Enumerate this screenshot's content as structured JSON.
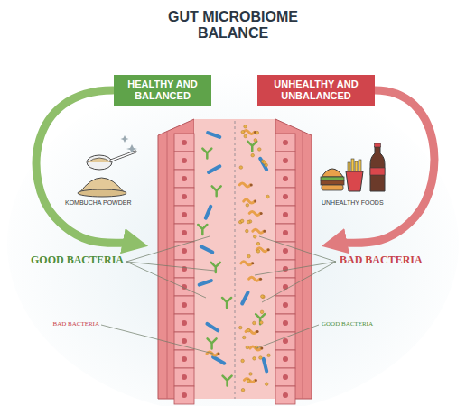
{
  "diagram": {
    "title": "GUT MICROBIOME BALANCE",
    "nodes": [
      {
        "text": [
          "HEALTHY AND BALANCED"
        ]
      },
      {
        "text": [
          "UNHEALTHY AND UNBALANCED"
        ]
      }
    ],
    "labels": [
      "KOMBUCHA POWDER",
      "UNHEALTHY FOODS",
      "GOOD BACTERIA",
      "BAD BACTERIA",
      "BAD BACTERIA",
      "GOOD BACTERIA"
    ]
  }
}
